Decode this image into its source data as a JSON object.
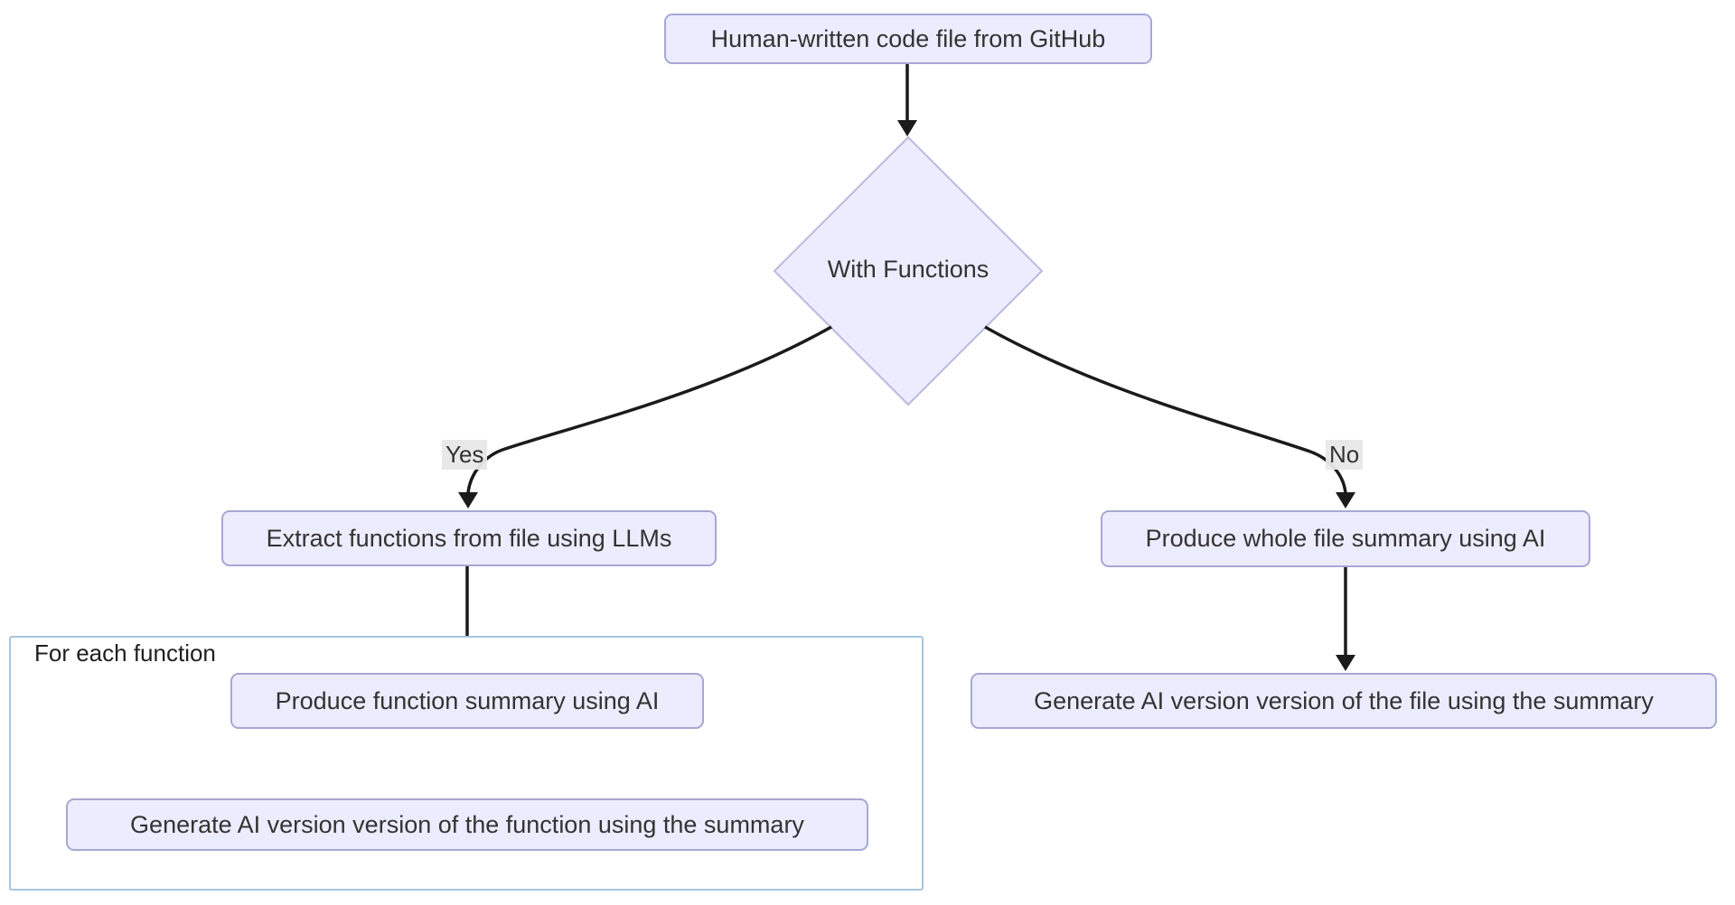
{
  "diagram": {
    "type": "flowchart",
    "nodes": {
      "source": "Human-written code file from GitHub",
      "decision": "With Functions",
      "extract": "Extract functions from file using LLMs",
      "produce_fn_summary": "Produce function summary using AI",
      "generate_fn_version": "Generate AI version version of the function using the summary",
      "produce_file_summary": "Produce whole file summary using AI",
      "generate_file_version": "Generate AI version version of the file using the summary"
    },
    "edge_labels": {
      "yes": "Yes",
      "no": "No"
    },
    "subgraph": {
      "title": "For each function"
    },
    "colors": {
      "node_fill": "#ECECFF",
      "node_border": "#a7a7d4",
      "cluster_border": "#a6c6de",
      "cluster_fill": "#ffffff",
      "edge_stroke": "#1b1b1b",
      "edge_label_bg": "#e8e8e8",
      "text": "#333333",
      "background": "#ffffff"
    }
  }
}
